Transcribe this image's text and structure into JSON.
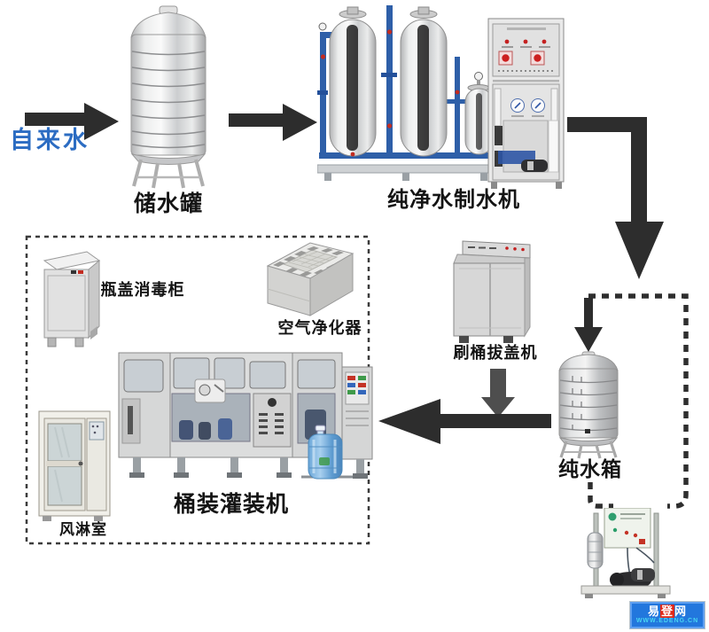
{
  "diagram": {
    "labels": {
      "tap_water": "自来水",
      "storage_tank": "储水罐",
      "water_maker": "纯净水制水机",
      "pure_water_tank": "纯水箱",
      "cap_sterilizer": "瓶盖消毒柜",
      "air_purifier": "空气净化器",
      "barrel_washer": "刷桶拔盖机",
      "filling_machine": "桶装灌装机",
      "air_shower": "风淋室"
    },
    "connections": [
      {
        "from": "tap_water",
        "to": "storage_tank",
        "style": "solid-arrow"
      },
      {
        "from": "storage_tank",
        "to": "water_maker",
        "style": "solid-arrow"
      },
      {
        "from": "water_maker",
        "to": "pure_water_tank",
        "style": "solid-elbow-arrow"
      },
      {
        "from": "barrel_washer",
        "to": "filling_machine",
        "style": "solid-arrow"
      },
      {
        "from": "pure_water_tank",
        "to": "filling_machine",
        "style": "solid-arrow"
      },
      {
        "from": "pure_water_tank",
        "to": "recirculation-unit",
        "style": "dashed-loop"
      }
    ],
    "colors": {
      "arrow": "#2d2d2d",
      "arrow_secondary": "#4e4e4e",
      "tap_water_text": "#2b6cc2",
      "label_text": "#141414",
      "pipe_blue": "#2e5fa8",
      "watermark_bg": "#2277dd",
      "watermark_red": "#e02818",
      "watermark_url": "#49d6f2"
    },
    "watermark": {
      "chars": [
        "易",
        "登",
        "网"
      ],
      "url": "WWW.EDENG.CN"
    }
  }
}
